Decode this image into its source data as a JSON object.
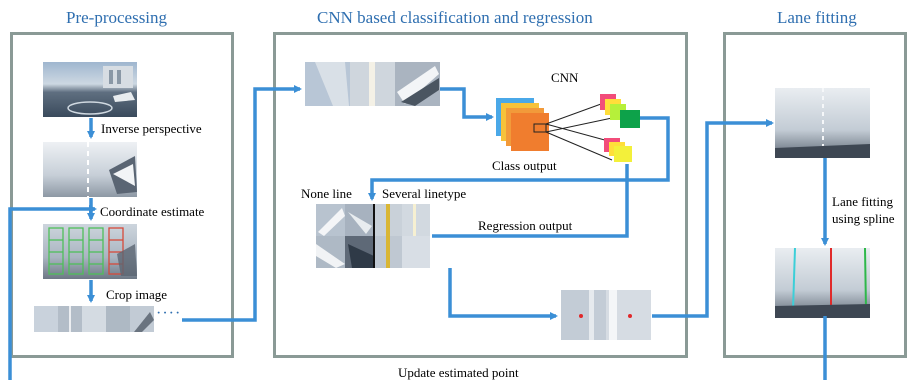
{
  "titles": {
    "preprocessing": "Pre-processing",
    "cnn": "CNN based classification and regression",
    "lane": "Lane fitting"
  },
  "labels": {
    "inverse_perspective": "Inverse perspective",
    "coordinate_estimate": "Coordinate estimate",
    "crop_image": "Crop image",
    "ellipsis": "····",
    "cnn": "CNN",
    "class_output": "Class output",
    "none_line": "None line",
    "several_linetype": "Several linetype",
    "regression_output": "Regression output",
    "lane_fitting_1": "Lane fitting",
    "lane_fitting_2": "using spline",
    "update_point": "Update estimated point"
  },
  "colors": {
    "arrow": "#3b8fd6",
    "panel_border": "#8a9a96",
    "title": "#2f6fb0"
  }
}
